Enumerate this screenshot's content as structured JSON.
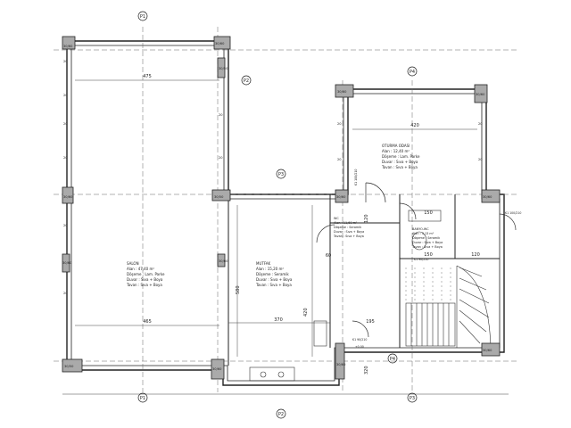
{
  "rooms": {
    "salon": {
      "name": "SALON",
      "area": "Alan : 47,40 m²",
      "floor": "Döşeme : Lam. Parke",
      "wall": "Duvar : Sıva + Boya",
      "ceiling": "Tavan : Sıva + Boya"
    },
    "mutfak": {
      "name": "MUTFAK",
      "area": "Alan : 15,20 m²",
      "floor": "Döşeme : Seramik",
      "wall": "Duvar : Sıva + Boya",
      "ceiling": "Tavan : Sıva + Boya"
    },
    "oturma": {
      "name": "OTURMA ODASI",
      "area": "Alan : 12,40 m²",
      "floor": "Döşeme : Lam. Parke",
      "wall": "Duvar : Sıva + Boya",
      "ceiling": "Tavan : Sıva + Boya"
    },
    "wc": {
      "name": "WC",
      "area": "Alan : 11,60 m²",
      "floor": "Döşeme : Seramik",
      "wall": "Duvar : Sıva + Boya",
      "ceiling": "Tavan : Sıva + Boya"
    },
    "banyo": {
      "name": "BANYO-WC",
      "area": "Alan : 3,13 m²",
      "floor": "Döşeme : Seramik",
      "wall": "Duvar : Sıva + Boya",
      "ceiling": "Tavan : Sıva + Boya"
    }
  },
  "columns": {
    "c1": "30/60",
    "c2": "30/60",
    "c3": "30/50",
    "c4": "30/60",
    "c5": "30/50",
    "c6": "30/60",
    "c7": "30/60",
    "c8": "30/60",
    "c9": "30/60",
    "c10": "30/60",
    "c11": "30/60",
    "c12": "30/60",
    "c13": "30/50",
    "c14": "30/60",
    "c15": "30/60"
  },
  "dimensions": {
    "d475": "475",
    "d465": "465",
    "d420": "420",
    "d370": "370",
    "d580": "580",
    "d420v": "420",
    "d120": "120",
    "d60": "60",
    "d150a": "150",
    "d150b": "150",
    "d120b": "120",
    "d195": "195",
    "d320": "320"
  },
  "small_dims": {
    "s20_1": "20",
    "s20_2": "20",
    "s20_3": "20",
    "s20_4": "20",
    "s20_5": "20",
    "s20_6": "20",
    "s20_7": "20",
    "s20_8": "20",
    "s20_9": "20",
    "s20_10": "20",
    "s20_11": "20",
    "s20_12": "20"
  },
  "levels": {
    "lv1": "±0.00",
    "lv2": "K1 100/210",
    "lv3": "K1 100/210",
    "lv4": "K1 90/210",
    "lv5": "K1 90/210"
  },
  "section_markers": {
    "p1": "P1",
    "p2": "P1",
    "p3": "P2",
    "p4": "P2",
    "p5": "P3",
    "p6": "P3",
    "p7": "P4",
    "p8": "P4"
  }
}
